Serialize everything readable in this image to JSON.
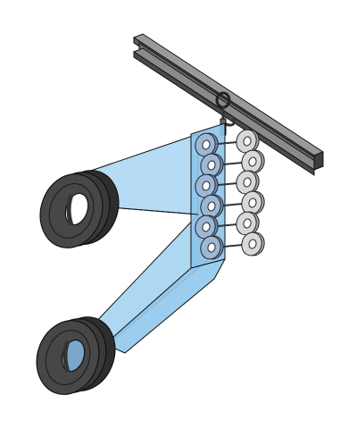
{
  "diagram": {
    "labels": [],
    "colors": {
      "background": "#ffffff",
      "outline": "#111111",
      "beam_light": "#8a8a8a",
      "beam_dark": "#4a4a4a",
      "beam_mid": "#6a6a6a",
      "panel_blue": "#9fd0f0",
      "panel_blue_dark": "#7fb8e0",
      "pulley_blue": "#6f8fb5",
      "pulley_blue_light": "#9cb8d6",
      "pulley_gray": "#d8d8d8",
      "pulley_gray_dark": "#a8a8a8",
      "tire_dark": "#2e2e2e",
      "tire_mid": "#474747",
      "hook": "#555555"
    },
    "components": [
      {
        "name": "overhead-i-beam",
        "icon": "i-beam-icon"
      },
      {
        "name": "hook",
        "icon": "hook-icon"
      },
      {
        "name": "pulley-block-front",
        "icon": "pulley-icon",
        "pulleys": 6
      },
      {
        "name": "pulley-block-back",
        "icon": "pulley-icon",
        "pulleys": 6
      },
      {
        "name": "upper-tire-pair",
        "icon": "tire-icon"
      },
      {
        "name": "lower-tire-pair",
        "icon": "tire-icon"
      },
      {
        "name": "lifting-frame-panel",
        "icon": "panel-icon"
      }
    ]
  }
}
